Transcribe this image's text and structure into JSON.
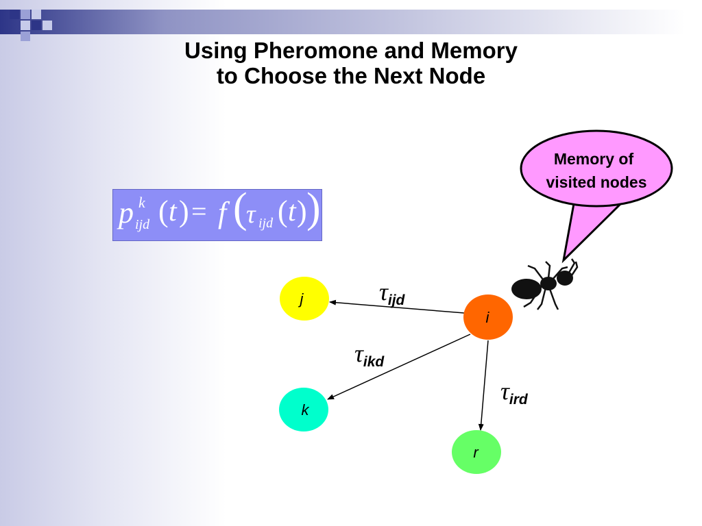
{
  "slide": {
    "title_line1": "Using Pheromone and Memory",
    "title_line2": "to Choose the Next Node"
  },
  "formula": {
    "p": "p",
    "p_sup": "k",
    "p_sub": "ijd",
    "t1": "t",
    "equals": "=",
    "f": "f",
    "tau": "τ",
    "tau_sub": "ijd",
    "t2": "t"
  },
  "bubble": {
    "line1": "Memory of",
    "line2": "visited nodes",
    "fill": "#ff99ff"
  },
  "nodes": {
    "i": {
      "label": "i",
      "fill": "#ff6600"
    },
    "j": {
      "label": "j",
      "fill": "#ffff00"
    },
    "k": {
      "label": "k",
      "fill": "#00ffcc"
    },
    "r": {
      "label": "r",
      "fill": "#66ff66"
    }
  },
  "edges": {
    "ij": {
      "symbol": "τ",
      "sub": "ijd"
    },
    "ik": {
      "symbol": "τ",
      "sub": "ikd"
    },
    "ir": {
      "symbol": "τ",
      "sub": "ird"
    }
  },
  "decor": {
    "accent": "#2d3587",
    "ant_icon": "ant-icon"
  }
}
